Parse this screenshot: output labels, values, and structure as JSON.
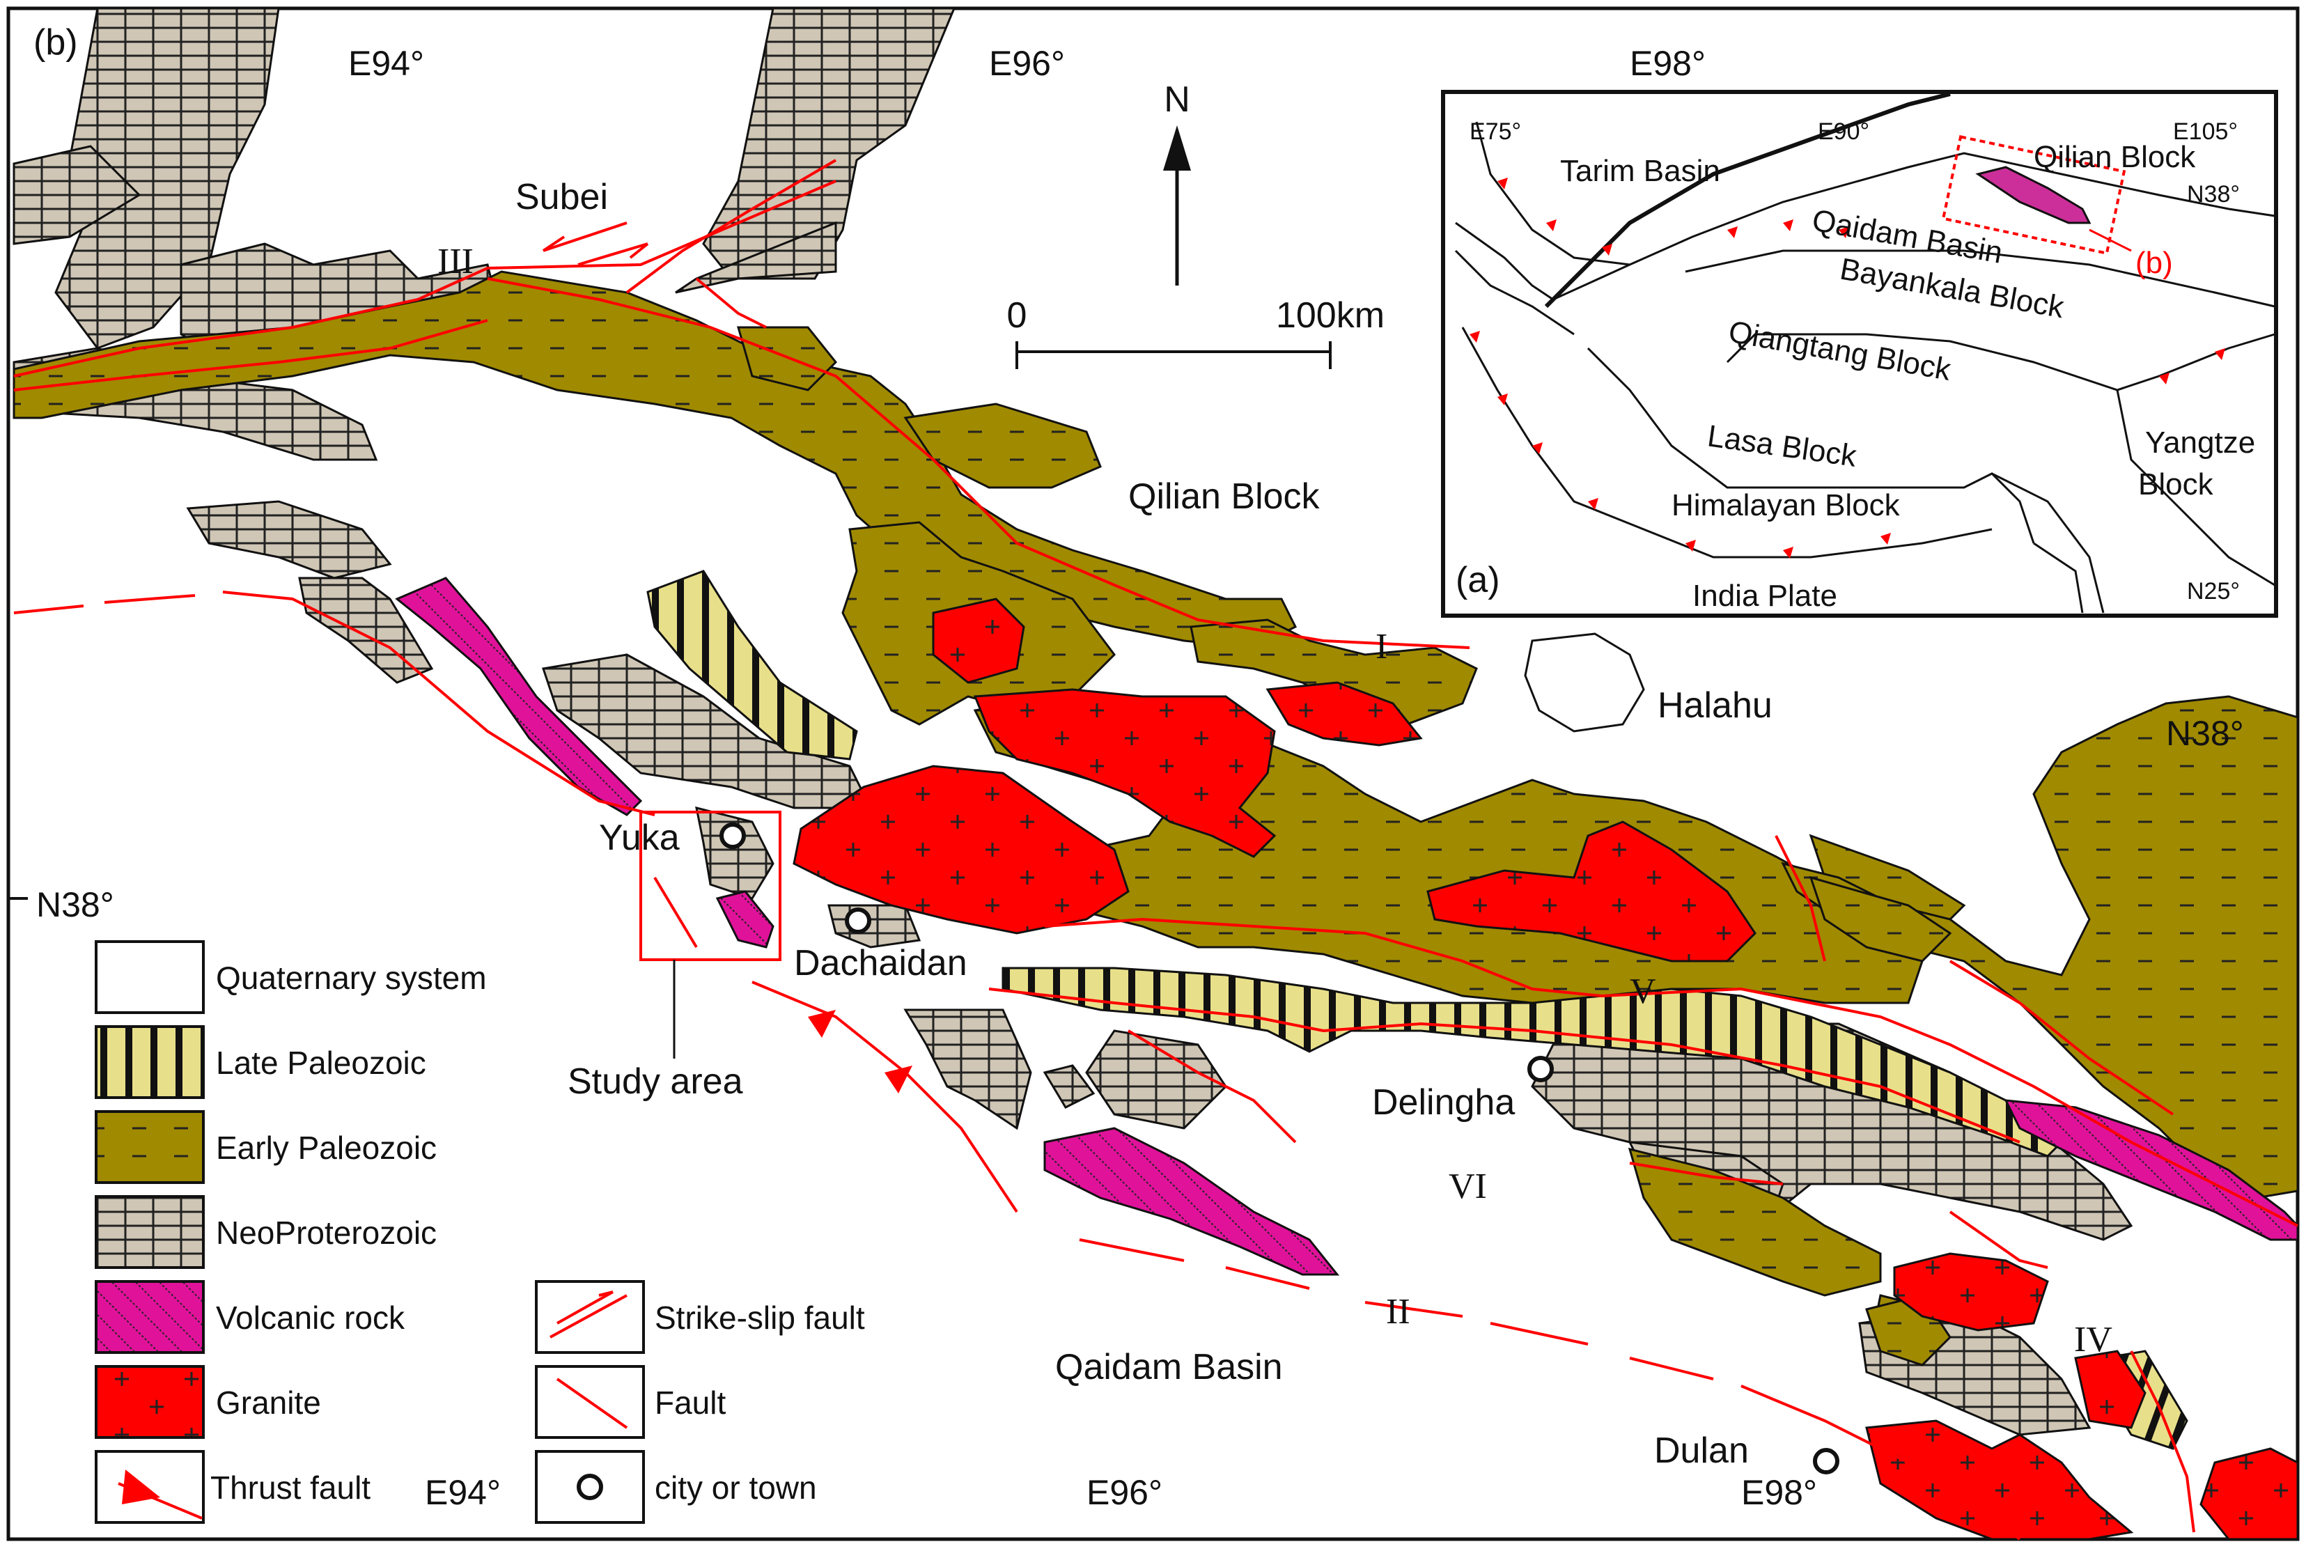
{
  "panel_b_label": "(b)",
  "panel_a_label": "(a)",
  "coords": {
    "top": [
      "E94°",
      "E96°",
      "E98°"
    ],
    "bottom": [
      "E94°",
      "E96°",
      "E98°"
    ],
    "left": "N38°",
    "right": "N38°"
  },
  "north_label": "N",
  "scale": {
    "zero": "0",
    "end": "100km"
  },
  "places": {
    "subbei": "Subei",
    "qilian_block": "Qilian Block",
    "halahu": "Halahu",
    "yuka": "Yuka",
    "dachaidan": "Dachaidan",
    "study_area": "Study area",
    "delingha": "Delingha",
    "qaidam_basin": "Qaidam Basin",
    "dulan": "Dulan"
  },
  "fault_numerals": {
    "I": "I",
    "II": "II",
    "III": "III",
    "IV": "IV",
    "V": "V",
    "VI": "VI"
  },
  "legend_left": [
    {
      "key": "quaternary",
      "label": "Quaternary system"
    },
    {
      "key": "late_paleozoic",
      "label": "Late Paleozoic"
    },
    {
      "key": "early_paleozoic",
      "label": "Early Paleozoic"
    },
    {
      "key": "neoproterozoic",
      "label": "NeoProterozoic"
    },
    {
      "key": "volcanic",
      "label": "Volcanic rock"
    },
    {
      "key": "granite",
      "label": "Granite"
    },
    {
      "key": "thrust",
      "label": "Thrust fault"
    }
  ],
  "legend_right": [
    {
      "key": "strike_slip",
      "label": "Strike-slip fault"
    },
    {
      "key": "fault",
      "label": "Fault"
    },
    {
      "key": "city",
      "label": "city or town"
    }
  ],
  "inset": {
    "coords": {
      "e75": "E75°",
      "e90": "E90°",
      "e105": "E105°",
      "n38": "N38°",
      "n25": "N25°"
    },
    "labels": {
      "tarim": "Tarim Basin",
      "qilian": "Qilian Block",
      "qaidam": "Qaidam Basin",
      "bayankala": "Bayankala Block",
      "qiangtang": "Qiangtang Block",
      "lasa": "Lasa Block",
      "himalayan": "Himalayan Block",
      "yangtze1": "Yangtze",
      "yangtze2": "Block",
      "india": "India Plate",
      "b_marker": "(b)"
    }
  },
  "colors": {
    "early_paleozoic": "#a08a00",
    "late_paleozoic": "#e8df8a",
    "neoproterozoic": "#cfc6b5",
    "volcanic": "#e0129a",
    "granite": "#ff0000",
    "fault": "#ff0000"
  }
}
